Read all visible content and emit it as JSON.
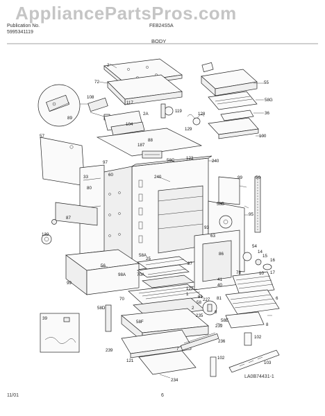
{
  "watermark": "AppliancePartsPros.com",
  "header": {
    "left_line1": "Publication No.",
    "left_line2": "5995341119",
    "model": "FEB24S5A",
    "section": "BODY"
  },
  "footer": {
    "date": "11/01",
    "page": "6",
    "doc_code": "LA0B74431-1"
  },
  "part_labels": [
    "2",
    "72",
    "55",
    "58G",
    "36",
    "100",
    "108",
    "89",
    "117",
    "2A",
    "119",
    "128",
    "129",
    "104",
    "57",
    "187",
    "88",
    "58C",
    "123",
    "240",
    "97",
    "33",
    "60",
    "80",
    "240",
    "99",
    "50",
    "87",
    "132",
    "58B",
    "95",
    "93",
    "63",
    "54",
    "14",
    "15",
    "16",
    "17",
    "37",
    "86",
    "56",
    "25",
    "58A",
    "70A",
    "98A",
    "99",
    "122",
    "41",
    "40",
    "58",
    "81",
    "78",
    "10",
    "6",
    "58D",
    "1",
    "2",
    "70",
    "227",
    "81",
    "9",
    "58E",
    "235",
    "239",
    "8",
    "39",
    "58F",
    "236",
    "102",
    "239",
    "121",
    "234",
    "102",
    "103",
    "7"
  ]
}
